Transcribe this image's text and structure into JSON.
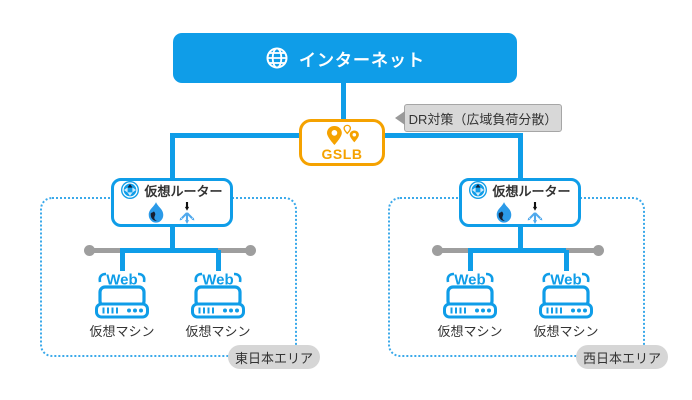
{
  "internet": {
    "label": "インターネット",
    "icon": "globe-icon"
  },
  "gslb": {
    "label": "GSLB",
    "icon": "location-pins-icon"
  },
  "tooltip": {
    "text": "DR対策（広域負荷分散）"
  },
  "areas": [
    {
      "name": "east",
      "area_label": "東日本エリア",
      "router": {
        "label": "仮想ルーター",
        "icons": [
          "virtual-router-icon",
          "firewall-flame-icon",
          "load-balancer-icon"
        ]
      },
      "vms": [
        {
          "badge": "Web",
          "label": "仮想マシン"
        },
        {
          "badge": "Web",
          "label": "仮想マシン"
        }
      ]
    },
    {
      "name": "west",
      "area_label": "西日本エリア",
      "router": {
        "label": "仮想ルーター",
        "icons": [
          "virtual-router-icon",
          "firewall-flame-icon",
          "load-balancer-icon"
        ]
      },
      "vms": [
        {
          "badge": "Web",
          "label": "仮想マシン"
        },
        {
          "badge": "Web",
          "label": "仮想マシン"
        }
      ]
    }
  ],
  "colors": {
    "blue": "#0f9de8",
    "orange": "#f5a200",
    "gray_line": "#9e9e9e",
    "tooltip_bg": "#d8d8d8",
    "pill_bg": "#d6d6d6",
    "text_dark": "#333333"
  }
}
